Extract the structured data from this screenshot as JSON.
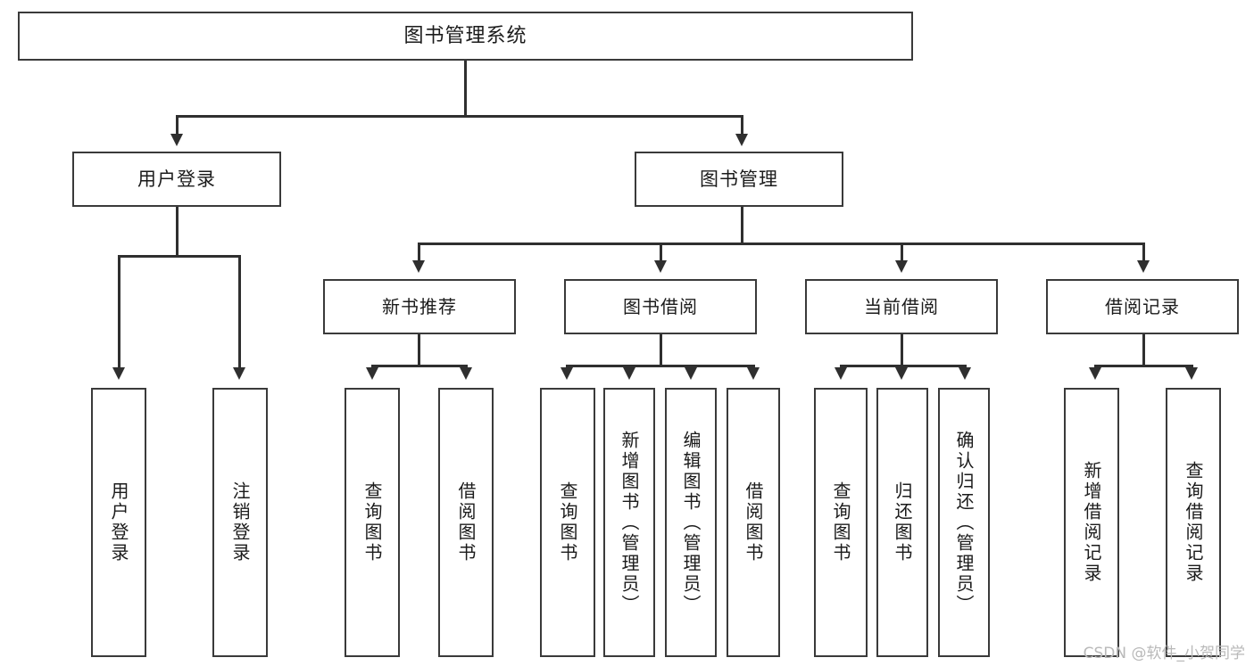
{
  "diagram": {
    "title": "图书管理系统",
    "type": "tree",
    "root": {
      "id": "root",
      "label": "图书管理系统",
      "level": 0
    },
    "nodes": [
      {
        "id": "root",
        "label": "图书管理系统",
        "level": 0,
        "parent": null,
        "orientation": "horizontal"
      },
      {
        "id": "user-login",
        "label": "用户登录",
        "level": 1,
        "parent": "root",
        "orientation": "horizontal"
      },
      {
        "id": "book-manage",
        "label": "图书管理",
        "level": 1,
        "parent": "root",
        "orientation": "horizontal"
      },
      {
        "id": "new-book-rec",
        "label": "新书推荐",
        "level": 2,
        "parent": "book-manage",
        "orientation": "horizontal"
      },
      {
        "id": "book-borrow",
        "label": "图书借阅",
        "level": 2,
        "parent": "book-manage",
        "orientation": "horizontal"
      },
      {
        "id": "current-borrow",
        "label": "当前借阅",
        "level": 2,
        "parent": "book-manage",
        "orientation": "horizontal"
      },
      {
        "id": "borrow-record",
        "label": "借阅记录",
        "level": 2,
        "parent": "book-manage",
        "orientation": "horizontal"
      },
      {
        "id": "leaf-user-login",
        "label": "用户登录",
        "level": 2,
        "parent": "user-login",
        "orientation": "vertical"
      },
      {
        "id": "leaf-logout",
        "label": "注销登录",
        "level": 2,
        "parent": "user-login",
        "orientation": "vertical"
      },
      {
        "id": "leaf-q-book-1",
        "label": "查询图书",
        "level": 3,
        "parent": "new-book-rec",
        "orientation": "vertical"
      },
      {
        "id": "leaf-b-book-1",
        "label": "借阅图书",
        "level": 3,
        "parent": "new-book-rec",
        "orientation": "vertical"
      },
      {
        "id": "leaf-q-book-2",
        "label": "查询图书",
        "level": 3,
        "parent": "book-borrow",
        "orientation": "vertical"
      },
      {
        "id": "leaf-add-book",
        "label": "新增图书（管理员）",
        "level": 3,
        "parent": "book-borrow",
        "orientation": "vertical"
      },
      {
        "id": "leaf-edit-book",
        "label": "编辑图书（管理员）",
        "level": 3,
        "parent": "book-borrow",
        "orientation": "vertical"
      },
      {
        "id": "leaf-b-book-2",
        "label": "借阅图书",
        "level": 3,
        "parent": "book-borrow",
        "orientation": "vertical"
      },
      {
        "id": "leaf-q-book-3",
        "label": "查询图书",
        "level": 3,
        "parent": "current-borrow",
        "orientation": "vertical"
      },
      {
        "id": "leaf-return",
        "label": "归还图书",
        "level": 3,
        "parent": "current-borrow",
        "orientation": "vertical"
      },
      {
        "id": "leaf-confirm",
        "label": "确认归还（管理员）",
        "level": 3,
        "parent": "current-borrow",
        "orientation": "vertical"
      },
      {
        "id": "leaf-add-rec",
        "label": "新增借阅记录",
        "level": 3,
        "parent": "borrow-record",
        "orientation": "vertical"
      },
      {
        "id": "leaf-query-rec",
        "label": "查询借阅记录",
        "level": 3,
        "parent": "borrow-record",
        "orientation": "vertical"
      }
    ],
    "colors": {
      "box_border": "#3a3a3a",
      "box_fill": "#ffffff",
      "connector": "#2f2f2f",
      "text": "#1b1b1b",
      "watermark": "#b9b9b9",
      "background": "#ffffff"
    }
  },
  "watermark": {
    "text": "CSDN @软件_小贺同学"
  }
}
